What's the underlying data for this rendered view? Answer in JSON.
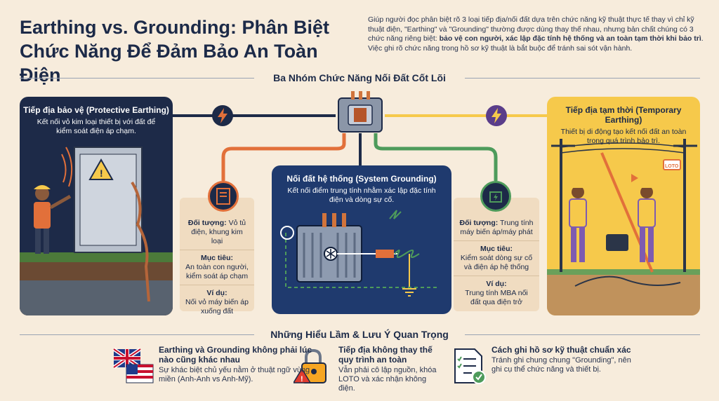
{
  "header": {
    "title": "Earthing vs. Grounding: Phân Biệt Chức Năng Để Đảm Bảo An Toàn Điện",
    "intro_pre": "Giúp người đọc phân biệt rõ 3 loại tiếp địa/nối đất dựa trên chức năng kỹ thuật thực tế thay vì chỉ kỹ thuật điện, \"Earthing\" và \"Grounding\" thường được dùng thay thế nhau, nhưng bản chất chúng có 3 chức năng riêng biệt: ",
    "intro_bold": "bảo vệ con người, xác lập đặc tính hệ thống và an toàn tạm thời khi bảo trì",
    "intro_post": ". Việc ghi rõ chức năng trong hồ sơ kỹ thuật là bắt buộc để tránh sai sót vận hành."
  },
  "section1": {
    "heading": "Ba Nhóm Chức Năng Nối Đất Cốt Lõi"
  },
  "section2": {
    "heading": "Những Hiểu Lầm & Lưu Ý Quan Trọng"
  },
  "protective": {
    "title": "Tiếp địa bảo vệ (Protective Earthing)",
    "subtitle": "Kết nối vỏ kim loại thiết bị với đất để kiểm soát điện áp chạm.",
    "object_label": "Đối tượng:",
    "object_value": "Vỏ tủ điện, khung kim loại",
    "goal_label": "Mục tiêu:",
    "goal_value": "An toàn con người, kiểm soát áp chạm",
    "example_label": "Ví dụ:",
    "example_value": "Nối vỏ máy biến áp xuống đất"
  },
  "system": {
    "title": "Nối đất hệ thống (System Grounding)",
    "subtitle": "Kết nối điểm trung tính nhằm xác lập đặc tính điện và dòng sự cố."
  },
  "system_info": {
    "object_label": "Đối tượng:",
    "object_value": "Trung tính máy biến áp/máy phát",
    "goal_label": "Mục tiêu:",
    "goal_value": "Kiểm soát dòng sự cố và điện áp hệ thống",
    "example_label": "Ví dụ:",
    "example_value": "Trung tính MBA nối đất qua điện trở"
  },
  "temporary": {
    "title": "Tiếp địa tạm thời (Temporary Earthing)",
    "subtitle": "Thiết bị di động tạo kết nối đất an toàn trong quá trình bảo trì.",
    "tag": "LOTO"
  },
  "tips": [
    {
      "title": "Earthing và Grounding không phải lúc nào cũng khác nhau",
      "body": "Sự khác biệt chủ yếu nằm ở thuật ngữ vùng miền (Anh-Anh vs Anh-Mỹ)."
    },
    {
      "title": "Tiếp địa không thay thế quy trình an toàn",
      "body": "Vẫn phải cô lập nguồn, khóa LOTO và xác nhận không điện."
    },
    {
      "title": "Cách ghi hồ sơ kỹ thuật chuẩn xác",
      "body": "Tránh ghi chung chung \"Grounding\", nên ghi cụ thể chức năng và thiết bị."
    }
  ],
  "colors": {
    "orange": "#e2703a",
    "green": "#4e9b5b",
    "yellow": "#f6c94b",
    "navy": "#1d2a48",
    "blue": "#1f3a6e"
  }
}
